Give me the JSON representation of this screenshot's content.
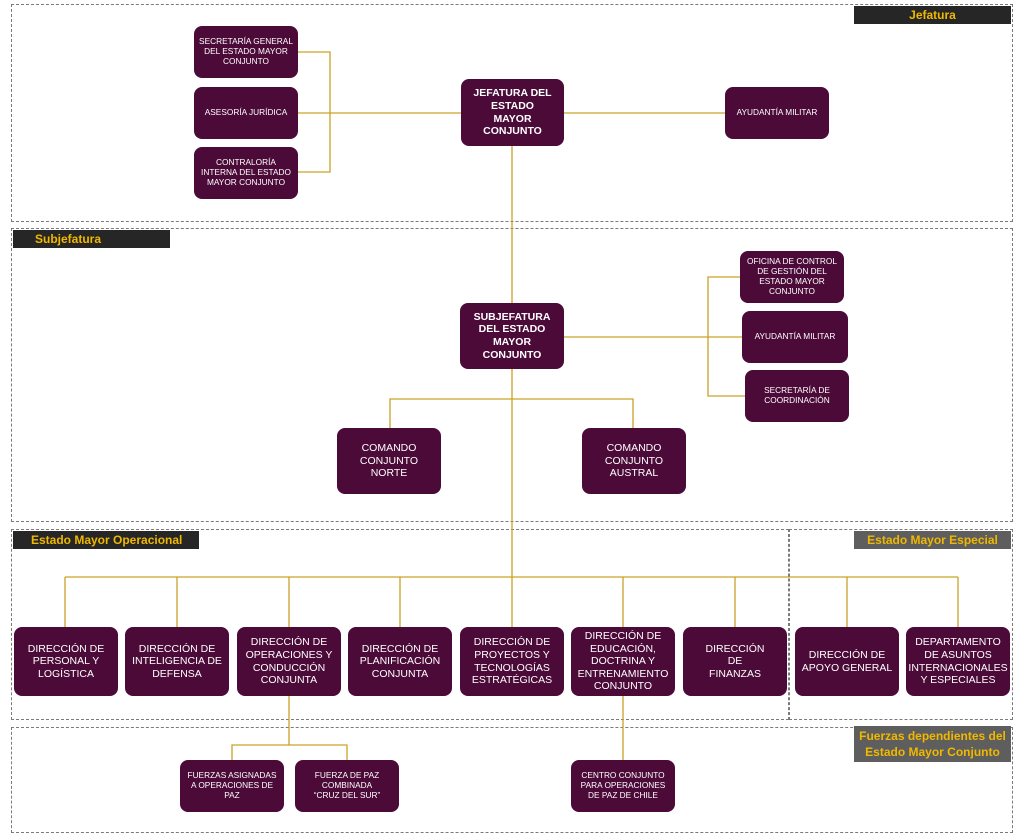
{
  "sections": {
    "jefatura": "Jefatura",
    "subjefatura": "Subjefatura",
    "estado_mayor_operacional": "Estado Mayor Operacional",
    "estado_mayor_especial": "Estado Mayor Especial",
    "fuerzas_line1": "Fuerzas dependientes del",
    "fuerzas_line2": "Estado Mayor Conjunto"
  },
  "nodes": {
    "jefatura": "JEFATURA DEL ESTADO MAYOR CONJUNTO",
    "secretaria_general": "SECRETARÍA GENERAL DEL ESTADO MAYOR CONJUNTO",
    "asesoria_juridica": "ASESORÍA JURÍDICA",
    "contraloria": "CONTRALORÍA INTERNA DEL ESTADO MAYOR CONJUNTO",
    "ayudantia_jefatura": "AYUDANTÍA MILITAR",
    "subjefatura": "SUBJEFATURA DEL ESTADO MAYOR CONJUNTO",
    "oficina_control": "OFICINA DE CONTROL DE GESTIÓN DEL ESTADO MAYOR CONJUNTO",
    "ayudantia_subjefatura": "AYUDANTÍA MILITAR",
    "secretaria_coordinacion": "SECRETARÍA DE COORDINACIÓN",
    "comando_norte": "COMANDO CONJUNTO NORTE",
    "comando_austral": "COMANDO CONJUNTO AUSTRAL",
    "dir_personal": "DIRECCIÓN DE PERSONAL Y LOGÍSTICA",
    "dir_inteligencia": "DIRECCIÓN DE INTELIGENCIA DE DEFENSA",
    "dir_operaciones": "DIRECCIÓN DE OPERACIONES Y CONDUCCIÓN CONJUNTA",
    "dir_planificacion": "DIRECCIÓN DE PLANIFICACIÓN CONJUNTA",
    "dir_proyectos": "DIRECCIÓN DE PROYECTOS Y TECNOLOGÍAS ESTRATÉGICAS",
    "dir_educacion": "DIRECCIÓN DE EDUCACIÓN, DOCTRINA Y ENTRENAMIENTO CONJUNTO",
    "dir_finanzas": "DIRECCIÓN DE FINANZAS",
    "dir_apoyo": "DIRECCIÓN DE APOYO GENERAL",
    "depto_asuntos": "DEPARTAMENTO DE ASUNTOS INTERNACIONALES Y ESPECIALES",
    "fuerzas_asignadas": "FUERZAS ASIGNADAS A OPERACIONES DE PAZ",
    "fuerza_paz": "FUERZA DE PAZ COMBINADA “CRUZ DEL SUR”",
    "centro_conjunto": "CENTRO CONJUNTO PARA OPERACIONES DE PAZ DE CHILE"
  },
  "colors": {
    "box": "#4b0a38",
    "connector": "#c9a227",
    "tag_text": "#f0b800",
    "tag_dark": "#262626",
    "tag_gray": "#5e5e5e"
  }
}
